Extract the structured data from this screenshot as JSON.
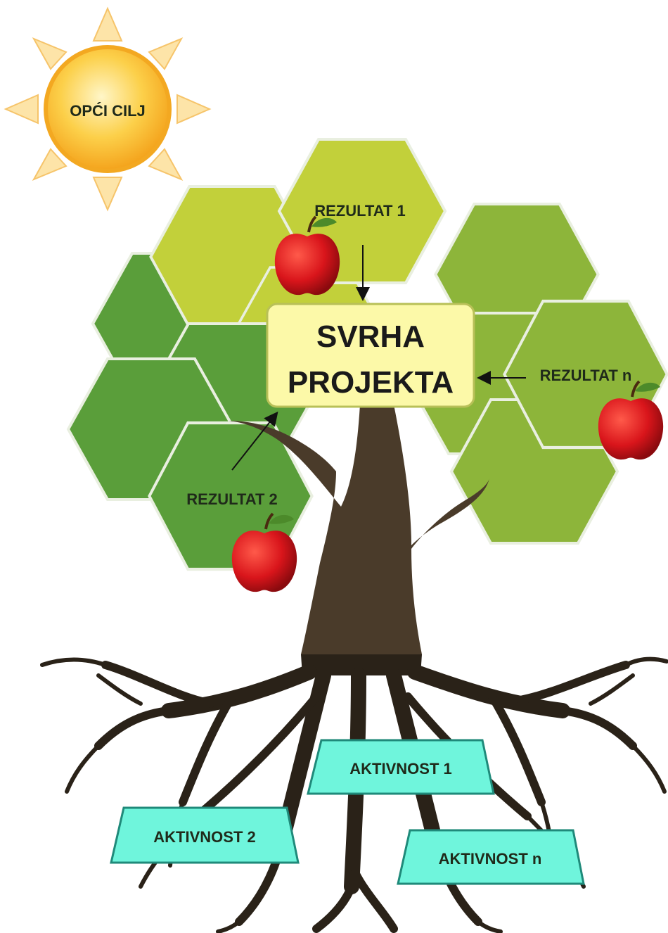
{
  "goal": {
    "label": "OPĆI CILJ"
  },
  "purpose": {
    "line1": "SVRHA",
    "line2": "PROJEKTA"
  },
  "results": [
    {
      "label": "REZULTAT 1"
    },
    {
      "label": "REZULTAT 2"
    },
    {
      "label": "REZULTAT n"
    }
  ],
  "activities": [
    {
      "label": "AKTIVNOST 1"
    },
    {
      "label": "AKTIVNOST 2"
    },
    {
      "label": "AKTIVNOST n"
    }
  ],
  "colors": {
    "sun": "#f7b52a",
    "sun_ray": "#fbd98a",
    "hex_light": "#c2d03a",
    "hex_mid": "#8db53a",
    "hex_dark": "#5a9e3a",
    "purpose_box": "#fcf9a8",
    "trunk": "#4a3b2a",
    "roots": "#2a2218",
    "activity_box": "#6ff5dc",
    "apple": "#d9151b"
  }
}
